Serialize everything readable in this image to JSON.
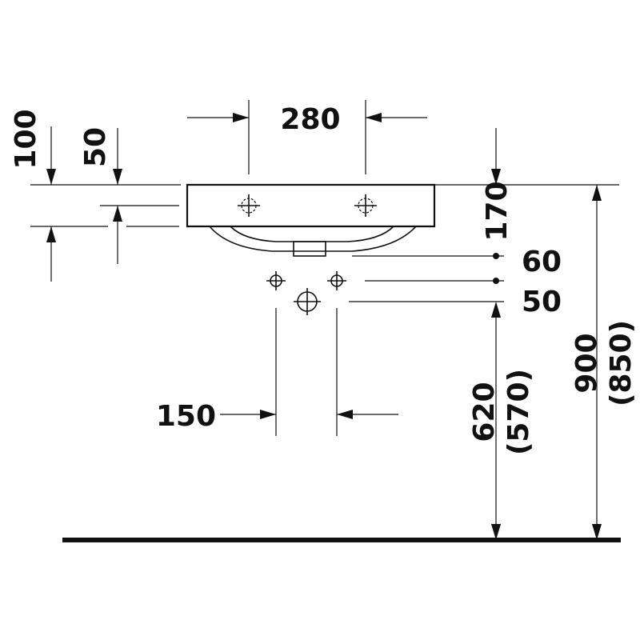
{
  "dimensions": {
    "tap_spacing": "280",
    "rim_to_tap_top": "100",
    "rim_to_tap_offset": "50",
    "basin_height": "170",
    "drain_offset_1": "60",
    "drain_offset_2": "50",
    "supply_spacing": "150",
    "drain_height": "620",
    "drain_height_alt": "(570)",
    "rim_height": "900",
    "rim_height_alt": "(850)"
  },
  "colors": {
    "line": "#111111",
    "background": "#ffffff"
  }
}
